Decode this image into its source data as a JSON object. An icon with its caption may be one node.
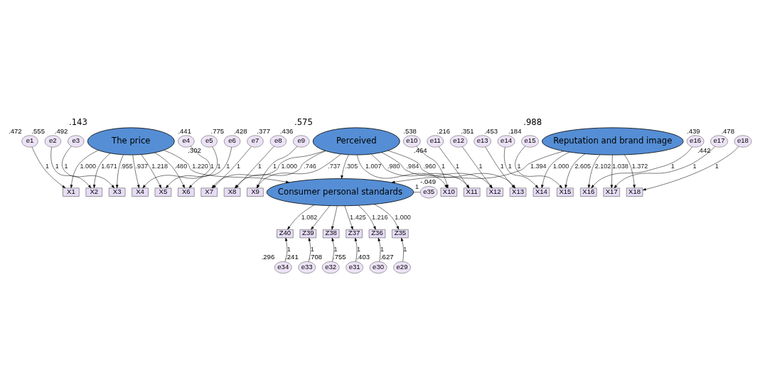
{
  "diagram": {
    "nodes": [
      {
        "text": [
          "The price"
        ],
        "beside": [
          ".143"
        ]
      },
      {
        "text": [
          "Perceived"
        ],
        "beside": [
          ".575"
        ]
      },
      {
        "text": [
          "Reputation and brand image"
        ],
        "beside": [
          ".988"
        ]
      },
      {
        "text": [
          "Consumer personal standards"
        ]
      },
      {
        "text": [
          "e1"
        ],
        "beside": [
          ".472"
        ]
      },
      {
        "text": [
          "e2"
        ],
        "beside": [
          ".555"
        ]
      },
      {
        "text": [
          "e3"
        ],
        "beside": [
          ".492"
        ]
      },
      {
        "text": [
          "e4"
        ],
        "beside": [
          ".441"
        ]
      },
      {
        "text": [
          "e5"
        ],
        "beside": [
          ".302"
        ]
      },
      {
        "text": [
          "e6"
        ],
        "beside": [
          ".775"
        ]
      },
      {
        "text": [
          "X1"
        ]
      },
      {
        "text": [
          "X2"
        ]
      },
      {
        "text": [
          "X3"
        ]
      },
      {
        "text": [
          "X4"
        ]
      },
      {
        "text": [
          "X5"
        ]
      },
      {
        "text": [
          "X6"
        ]
      },
      {
        "text": [
          "e7"
        ],
        "beside": [
          ".428"
        ]
      },
      {
        "text": [
          "e8"
        ],
        "beside": [
          ".377"
        ]
      },
      {
        "text": [
          "e9"
        ],
        "beside": [
          ".436"
        ]
      },
      {
        "text": [
          "e10"
        ],
        "beside": [
          ".538"
        ]
      },
      {
        "text": [
          "e11"
        ],
        "beside": [
          ".464"
        ]
      },
      {
        "text": [
          "e12"
        ],
        "beside": [
          ".216"
        ]
      },
      {
        "text": [
          "e13"
        ],
        "beside": [
          ".351"
        ]
      },
      {
        "text": [
          "X7"
        ]
      },
      {
        "text": [
          "X8"
        ]
      },
      {
        "text": [
          "X9"
        ]
      },
      {
        "text": [
          "X10"
        ]
      },
      {
        "text": [
          "X11"
        ]
      },
      {
        "text": [
          "X12"
        ]
      },
      {
        "text": [
          "X13"
        ]
      },
      {
        "text": [
          "X14"
        ]
      },
      {
        "text": [
          "X15"
        ]
      },
      {
        "text": [
          "X16"
        ]
      },
      {
        "text": [
          "X17"
        ]
      },
      {
        "text": [
          "X18"
        ]
      },
      {
        "text": [
          "e14"
        ],
        "beside": [
          ".453"
        ]
      },
      {
        "text": [
          "e15"
        ],
        "beside": [
          ".184"
        ]
      },
      {
        "text": [
          "e16"
        ],
        "beside": [
          ".439"
        ]
      },
      {
        "text": [
          "e17"
        ],
        "beside": [
          ".442"
        ]
      },
      {
        "text": [
          "e18"
        ],
        "beside": [
          ".478"
        ]
      },
      {
        "text": [
          "Z40"
        ]
      },
      {
        "text": [
          "Z39"
        ]
      },
      {
        "text": [
          "Z38"
        ]
      },
      {
        "text": [
          "Z37"
        ]
      },
      {
        "text": [
          "Z36"
        ]
      },
      {
        "text": [
          "Z35"
        ]
      },
      {
        "text": [
          "e34"
        ],
        "beside": [
          ".296"
        ]
      },
      {
        "text": [
          "e33"
        ],
        "beside": [
          ".241"
        ]
      },
      {
        "text": [
          "e32"
        ],
        "beside": [
          ".708"
        ]
      },
      {
        "text": [
          "e31"
        ],
        "beside": [
          ".755"
        ]
      },
      {
        "text": [
          "e30"
        ],
        "beside": [
          ".403"
        ]
      },
      {
        "text": [
          "e29"
        ],
        "beside": [
          ".627"
        ]
      },
      {
        "text": [
          "e35"
        ],
        "beside": [
          "-.049"
        ]
      }
    ],
    "edges": [
      {
        "from": 4,
        "to": 10,
        "arrow": "to",
        "label": "1"
      },
      {
        "from": 5,
        "to": 11,
        "arrow": "to",
        "label": "1"
      },
      {
        "from": 6,
        "to": 12,
        "arrow": "to",
        "label": "1"
      },
      {
        "from": 7,
        "to": 13,
        "arrow": "to",
        "label": "1"
      },
      {
        "from": 8,
        "to": 14,
        "arrow": "to",
        "label": "1"
      },
      {
        "from": 9,
        "to": 15,
        "arrow": "to",
        "label": "1"
      },
      {
        "from": 0,
        "to": 10,
        "arrow": "to",
        "label": "1.000"
      },
      {
        "from": 0,
        "to": 11,
        "arrow": "to",
        "label": "1.671"
      },
      {
        "from": 0,
        "to": 12,
        "arrow": "to",
        "label": ".955"
      },
      {
        "from": 0,
        "to": 13,
        "arrow": "to",
        "label": ".937"
      },
      {
        "from": 0,
        "to": 14,
        "arrow": "to",
        "label": "1.218"
      },
      {
        "from": 0,
        "to": 15,
        "arrow": "to",
        "label": ".480"
      },
      {
        "from": 16,
        "to": 23,
        "arrow": "to",
        "label": "1"
      },
      {
        "from": 17,
        "to": 24,
        "arrow": "to",
        "label": "1"
      },
      {
        "from": 18,
        "to": 25,
        "arrow": "to",
        "label": "1"
      },
      {
        "from": 19,
        "to": 26,
        "arrow": "to",
        "label": "1"
      },
      {
        "from": 20,
        "to": 27,
        "arrow": "to",
        "label": "1"
      },
      {
        "from": 21,
        "to": 28,
        "arrow": "to",
        "label": "1"
      },
      {
        "from": 22,
        "to": 29,
        "arrow": "to",
        "label": "1"
      },
      {
        "from": 1,
        "to": 23,
        "arrow": "to",
        "label": "1.000"
      },
      {
        "from": 1,
        "to": 24,
        "arrow": "to",
        "label": ".746"
      },
      {
        "from": 1,
        "to": 25,
        "arrow": "to",
        "label": ".737"
      },
      {
        "from": 1,
        "to": 26,
        "arrow": "to",
        "label": "1.007"
      },
      {
        "from": 1,
        "to": 27,
        "arrow": "to",
        "label": ".980"
      },
      {
        "from": 1,
        "to": 28,
        "arrow": "to",
        "label": ".984"
      },
      {
        "from": 1,
        "to": 29,
        "arrow": "to",
        "label": ".960"
      },
      {
        "from": 2,
        "to": 30,
        "arrow": "to",
        "label": "1.000"
      },
      {
        "from": 2,
        "to": 31,
        "arrow": "to",
        "label": "2.605"
      },
      {
        "from": 2,
        "to": 32,
        "arrow": "to",
        "label": "2.102"
      },
      {
        "from": 2,
        "to": 33,
        "arrow": "to",
        "label": "1.038"
      },
      {
        "from": 2,
        "to": 34,
        "arrow": "to",
        "label": "1.372"
      },
      {
        "from": 35,
        "to": 30,
        "arrow": "to",
        "label": "1"
      },
      {
        "from": 36,
        "to": 31,
        "arrow": "to",
        "label": "1"
      },
      {
        "from": 37,
        "to": 32,
        "arrow": "to",
        "label": "1"
      },
      {
        "from": 38,
        "to": 33,
        "arrow": "to",
        "label": "1"
      },
      {
        "from": 39,
        "to": 34,
        "arrow": "to",
        "label": "1"
      },
      {
        "from": 0,
        "to": 3,
        "arrow": "to",
        "label": "1.220"
      },
      {
        "from": 1,
        "to": 3,
        "arrow": "to",
        "label": ".305"
      },
      {
        "from": 2,
        "to": 3,
        "arrow": "to",
        "label": "1.394"
      },
      {
        "from": 52,
        "to": 3,
        "arrow": "none",
        "label": "1"
      },
      {
        "from": 3,
        "to": 40,
        "arrow": "to",
        "label": "1.082"
      },
      {
        "from": 3,
        "to": 41,
        "arrow": "to"
      },
      {
        "from": 3,
        "to": 42,
        "arrow": "to"
      },
      {
        "from": 3,
        "to": 43,
        "arrow": "to",
        "label": "1.425"
      },
      {
        "from": 3,
        "to": 44,
        "arrow": "to",
        "label": "1.216"
      },
      {
        "from": 3,
        "to": 45,
        "arrow": "to",
        "label": "1.000"
      },
      {
        "from": 46,
        "to": 40,
        "arrow": "to",
        "label": "1"
      },
      {
        "from": 47,
        "to": 41,
        "arrow": "to",
        "label": "1"
      },
      {
        "from": 48,
        "to": 42,
        "arrow": "to",
        "label": "1"
      },
      {
        "from": 49,
        "to": 43,
        "arrow": "to",
        "label": "1"
      },
      {
        "from": 50,
        "to": 44,
        "arrow": "to",
        "label": "1"
      },
      {
        "from": 51,
        "to": 45,
        "arrow": "to",
        "label": "1"
      }
    ]
  }
}
